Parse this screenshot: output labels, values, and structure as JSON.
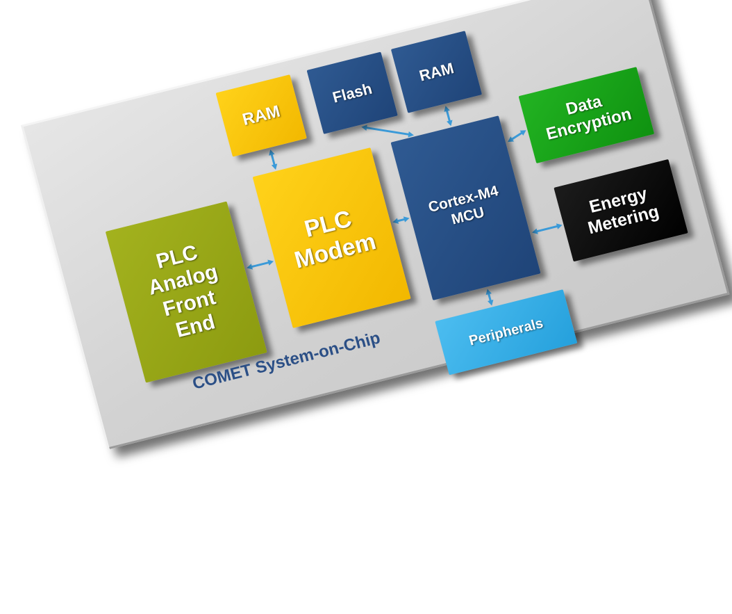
{
  "diagram": {
    "chip_label": "COMET System-on-Chip",
    "blocks": {
      "plc_analog": "PLC\nAnalog\nFront\nEnd",
      "plc_modem": "PLC\nModem",
      "ram_modem": "RAM",
      "flash": "Flash",
      "ram_mcu": "RAM",
      "cpu": "Cortex-M4\nMCU",
      "data_encryption": "Data\nEncryption",
      "energy_metering": "Energy\nMetering",
      "peripherals": "Peripherals"
    },
    "colors": {
      "board": "#d6d6d6",
      "analog": "#98a616",
      "modem": "#f8c40a",
      "mcu": "#264d84",
      "encryption": "#18a018",
      "metering": "#0a0a0a",
      "peripherals": "#35aee6",
      "arrows": "#3b9ad8",
      "label": "#2b4f86"
    }
  }
}
